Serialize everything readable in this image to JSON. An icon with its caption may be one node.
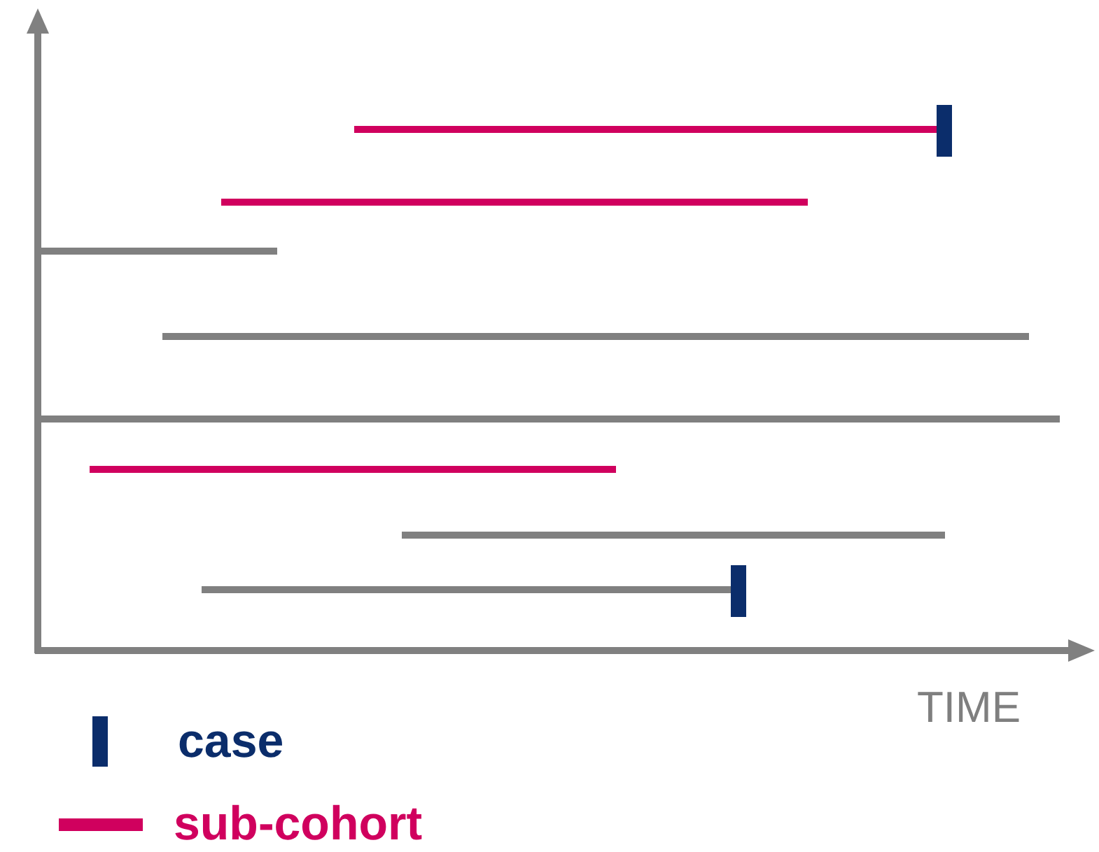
{
  "diagram": {
    "labels": [
      "TIME"
    ],
    "legend": [
      {
        "text": "case"
      },
      {
        "text": "sub-cohort"
      }
    ]
  }
}
